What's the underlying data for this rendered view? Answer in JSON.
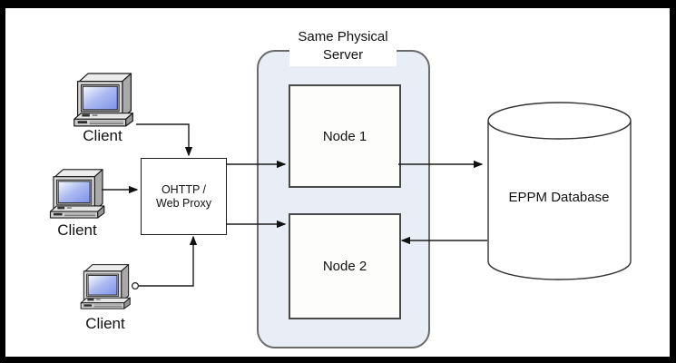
{
  "diagram": {
    "server_group": {
      "label": "Same Physical Server"
    },
    "nodes": [
      {
        "id": "node-1",
        "label": "Node 1"
      },
      {
        "id": "node-2",
        "label": "Node 2"
      }
    ],
    "proxy": {
      "label": "OHTTP / Web Proxy"
    },
    "database": {
      "label": "EPPM Database"
    },
    "clients": [
      {
        "id": "client-1",
        "label": "Client"
      },
      {
        "id": "client-2",
        "label": "Client"
      },
      {
        "id": "client-3",
        "label": "Client"
      }
    ],
    "connections": [
      {
        "from": "client-1",
        "to": "proxy"
      },
      {
        "from": "client-2",
        "to": "proxy"
      },
      {
        "from": "client-3",
        "to": "proxy"
      },
      {
        "from": "proxy",
        "to": "node-1"
      },
      {
        "from": "node-1",
        "to": "eppm-database"
      },
      {
        "from": "proxy",
        "to": "node-2"
      },
      {
        "from": "eppm-database",
        "to": "node-2"
      }
    ],
    "colors": {
      "frame": "#000000",
      "group_fill": "#e9edf5",
      "group_border": "#6b6b6b",
      "box_border": "#4a4a4a",
      "line": "#1c1c1c",
      "screen_blue": "#7e92e8"
    }
  }
}
